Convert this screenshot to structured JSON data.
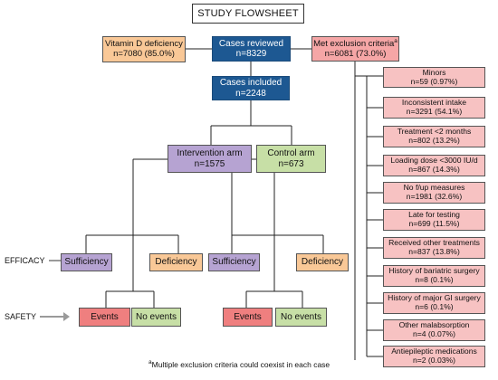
{
  "title": "STUDY FLOWSHEET",
  "vitamin_d": {
    "label": "Vitamin D deficiency",
    "value": "n=7080 (85.0%)"
  },
  "cases_reviewed": {
    "label": "Cases reviewed",
    "value": "n=8329"
  },
  "met_exclusion": {
    "label": "Met exclusion criteria",
    "marker": "a",
    "value": "n=6081 (73.0%)"
  },
  "cases_included": {
    "label": "Cases included",
    "value": "n=2248"
  },
  "intervention": {
    "label": "Intervention arm",
    "value": "n=1575"
  },
  "control": {
    "label": "Control arm",
    "value": "n=673"
  },
  "efficacy_label": "EFFICACY",
  "safety_label": "SAFETY",
  "outcomes": {
    "sufficiency": "Sufficiency",
    "deficiency": "Deficiency",
    "events": "Events",
    "no_events": "No events"
  },
  "exclusions": [
    {
      "label": "Minors",
      "value": "n=59 (0.97%)"
    },
    {
      "label": "Inconsistent intake",
      "value": "n=3291 (54.1%)"
    },
    {
      "label": "Treatment <2 months",
      "value": "n=802 (13.2%)"
    },
    {
      "label": "Loading dose <3000 IU/d",
      "value": "n=867 (14.3%)"
    },
    {
      "label": "No f/up measures",
      "value": "n=1981 (32.6%)"
    },
    {
      "label": "Late for testing",
      "value": "n=699 (11.5%)"
    },
    {
      "label": "Received other treatments",
      "value": "n=837 (13.8%)"
    },
    {
      "label": "History of bariatric surgery",
      "value": "n=8 (0.1%)"
    },
    {
      "label": "History of major GI surgery",
      "value": "n=6 (0.1%)"
    },
    {
      "label": "Other malabsorption",
      "value": "n=4 (0.07%)"
    },
    {
      "label": "Antiepileptic medications",
      "value": "n=2 (0.03%)"
    }
  ],
  "footnote": {
    "marker": "a",
    "text": "Multiple exclusion criteria could coexist in each case"
  }
}
